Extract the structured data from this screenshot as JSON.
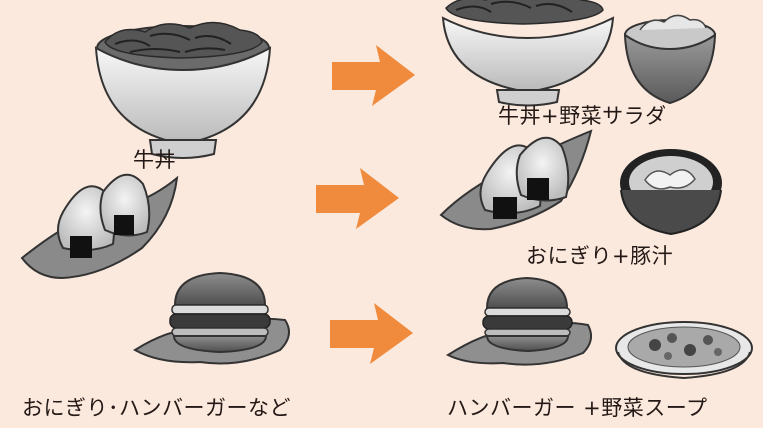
{
  "captions": {
    "before_gyudon": "牛丼",
    "after_gyudon": "牛丼+野菜サラダ",
    "after_onigiri": "おにぎり+豚汁",
    "before_onigiri_burger": "おにぎり･ハンバーガーなど",
    "after_burger": "ハンバーガー +野菜スープ"
  },
  "colors": {
    "background": "#fbe9dd",
    "arrow": "#f08a3c"
  },
  "icons": [
    "gyudon-bowl-icon",
    "salad-bowl-icon",
    "onigiri-icon",
    "tonjiru-bowl-icon",
    "hamburger-icon",
    "soup-plate-icon",
    "arrow-right-icon"
  ]
}
